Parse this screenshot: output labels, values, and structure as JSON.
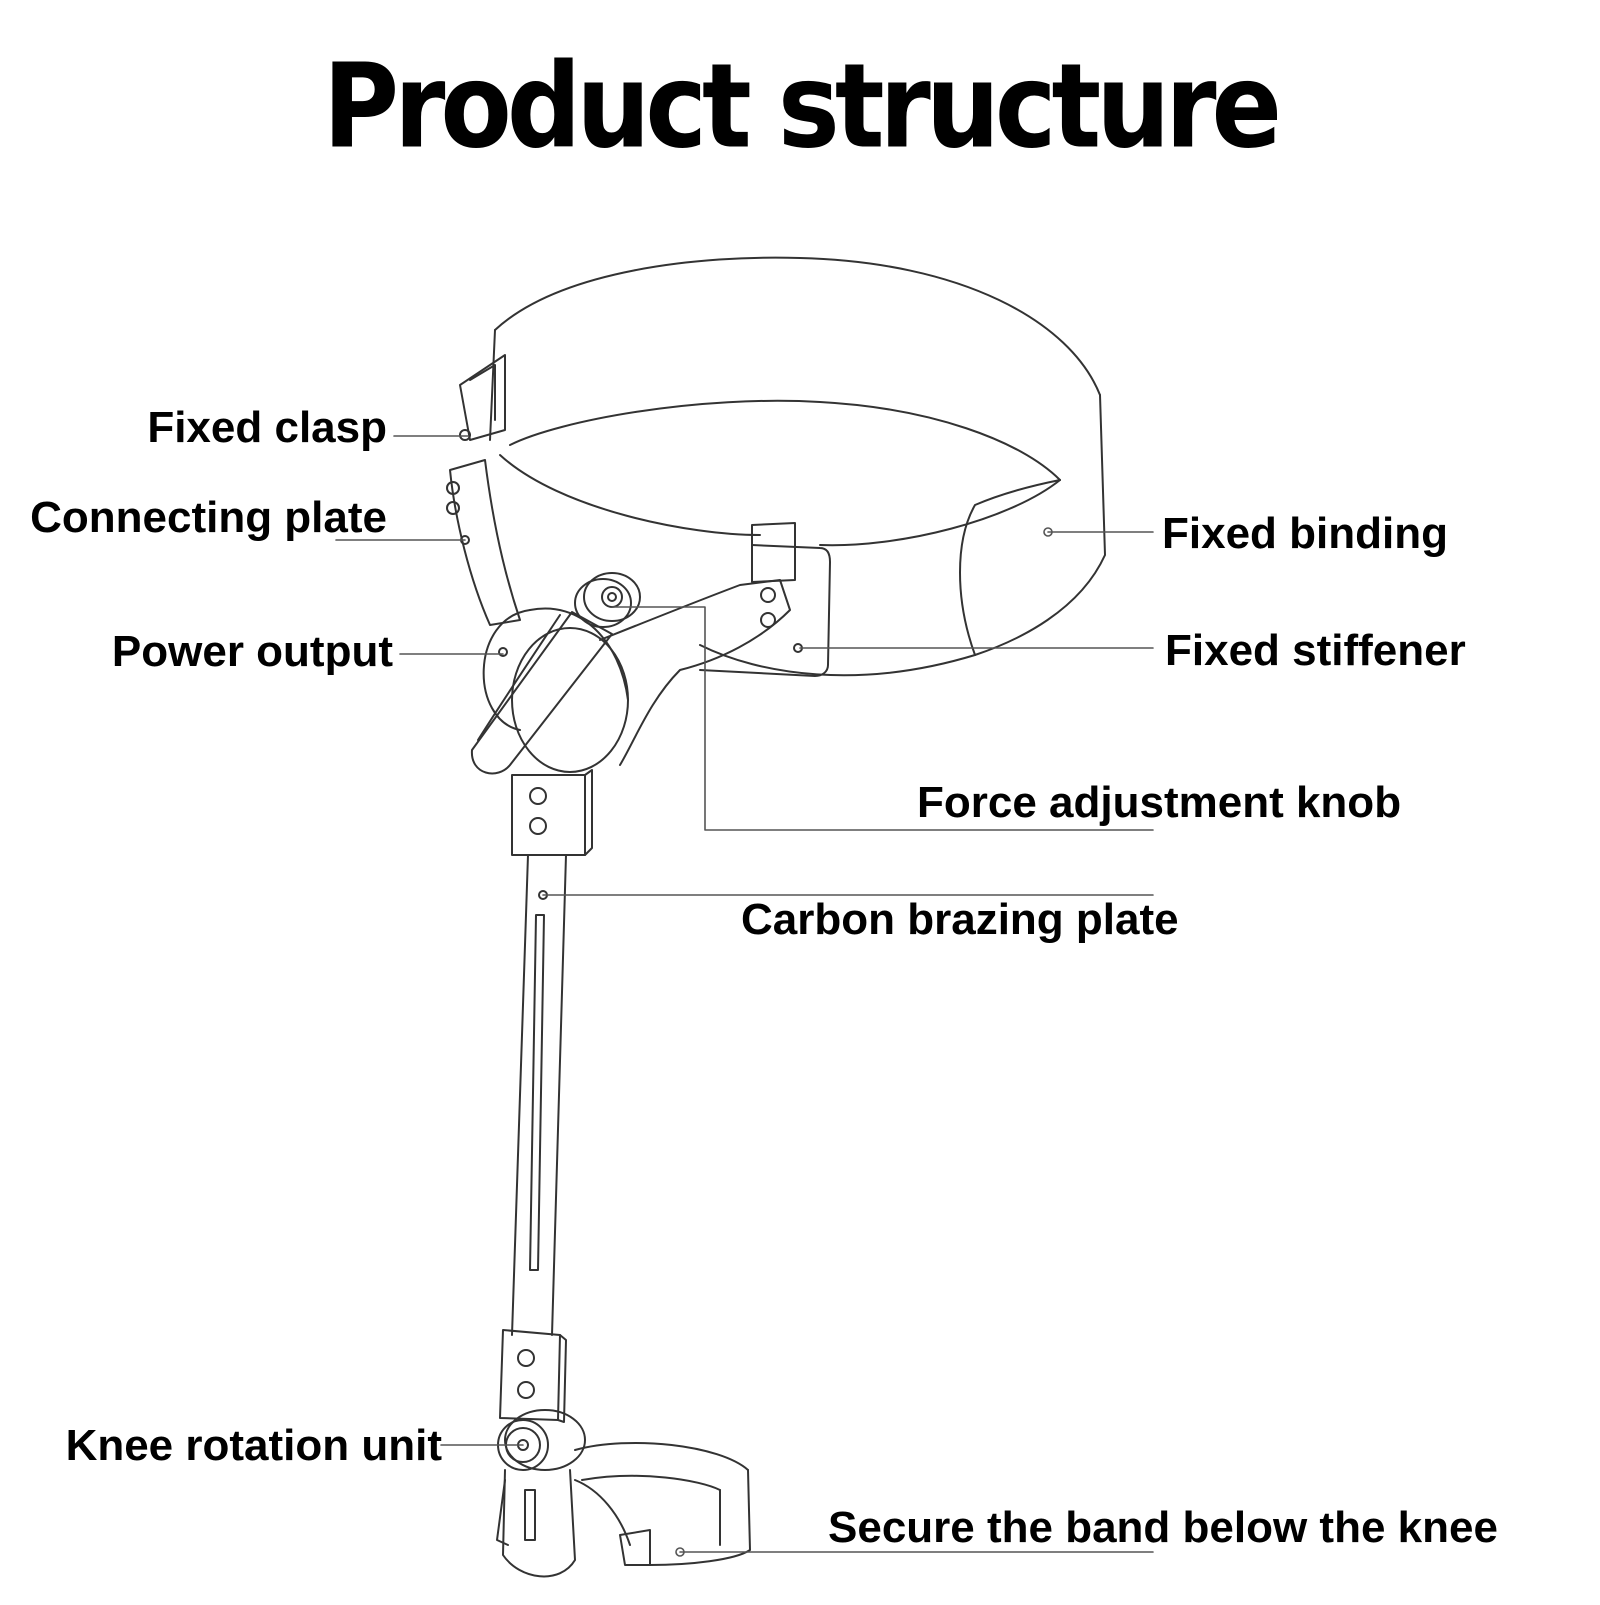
{
  "title": "Product structure",
  "labels": {
    "fixed_clasp": "Fixed clasp",
    "connecting_plate": "Connecting plate",
    "power_output": "Power output",
    "fixed_binding": "Fixed binding",
    "fixed_stiffener": "Fixed stiffener",
    "force_adjustment_knob": "Force adjustment knob",
    "carbon_brazing_plate": "Carbon brazing plate",
    "knee_rotation_unit": "Knee rotation unit",
    "secure_band": "Secure the band below the knee"
  },
  "colors": {
    "line": "#333333",
    "text": "#000000",
    "background": "#ffffff"
  }
}
